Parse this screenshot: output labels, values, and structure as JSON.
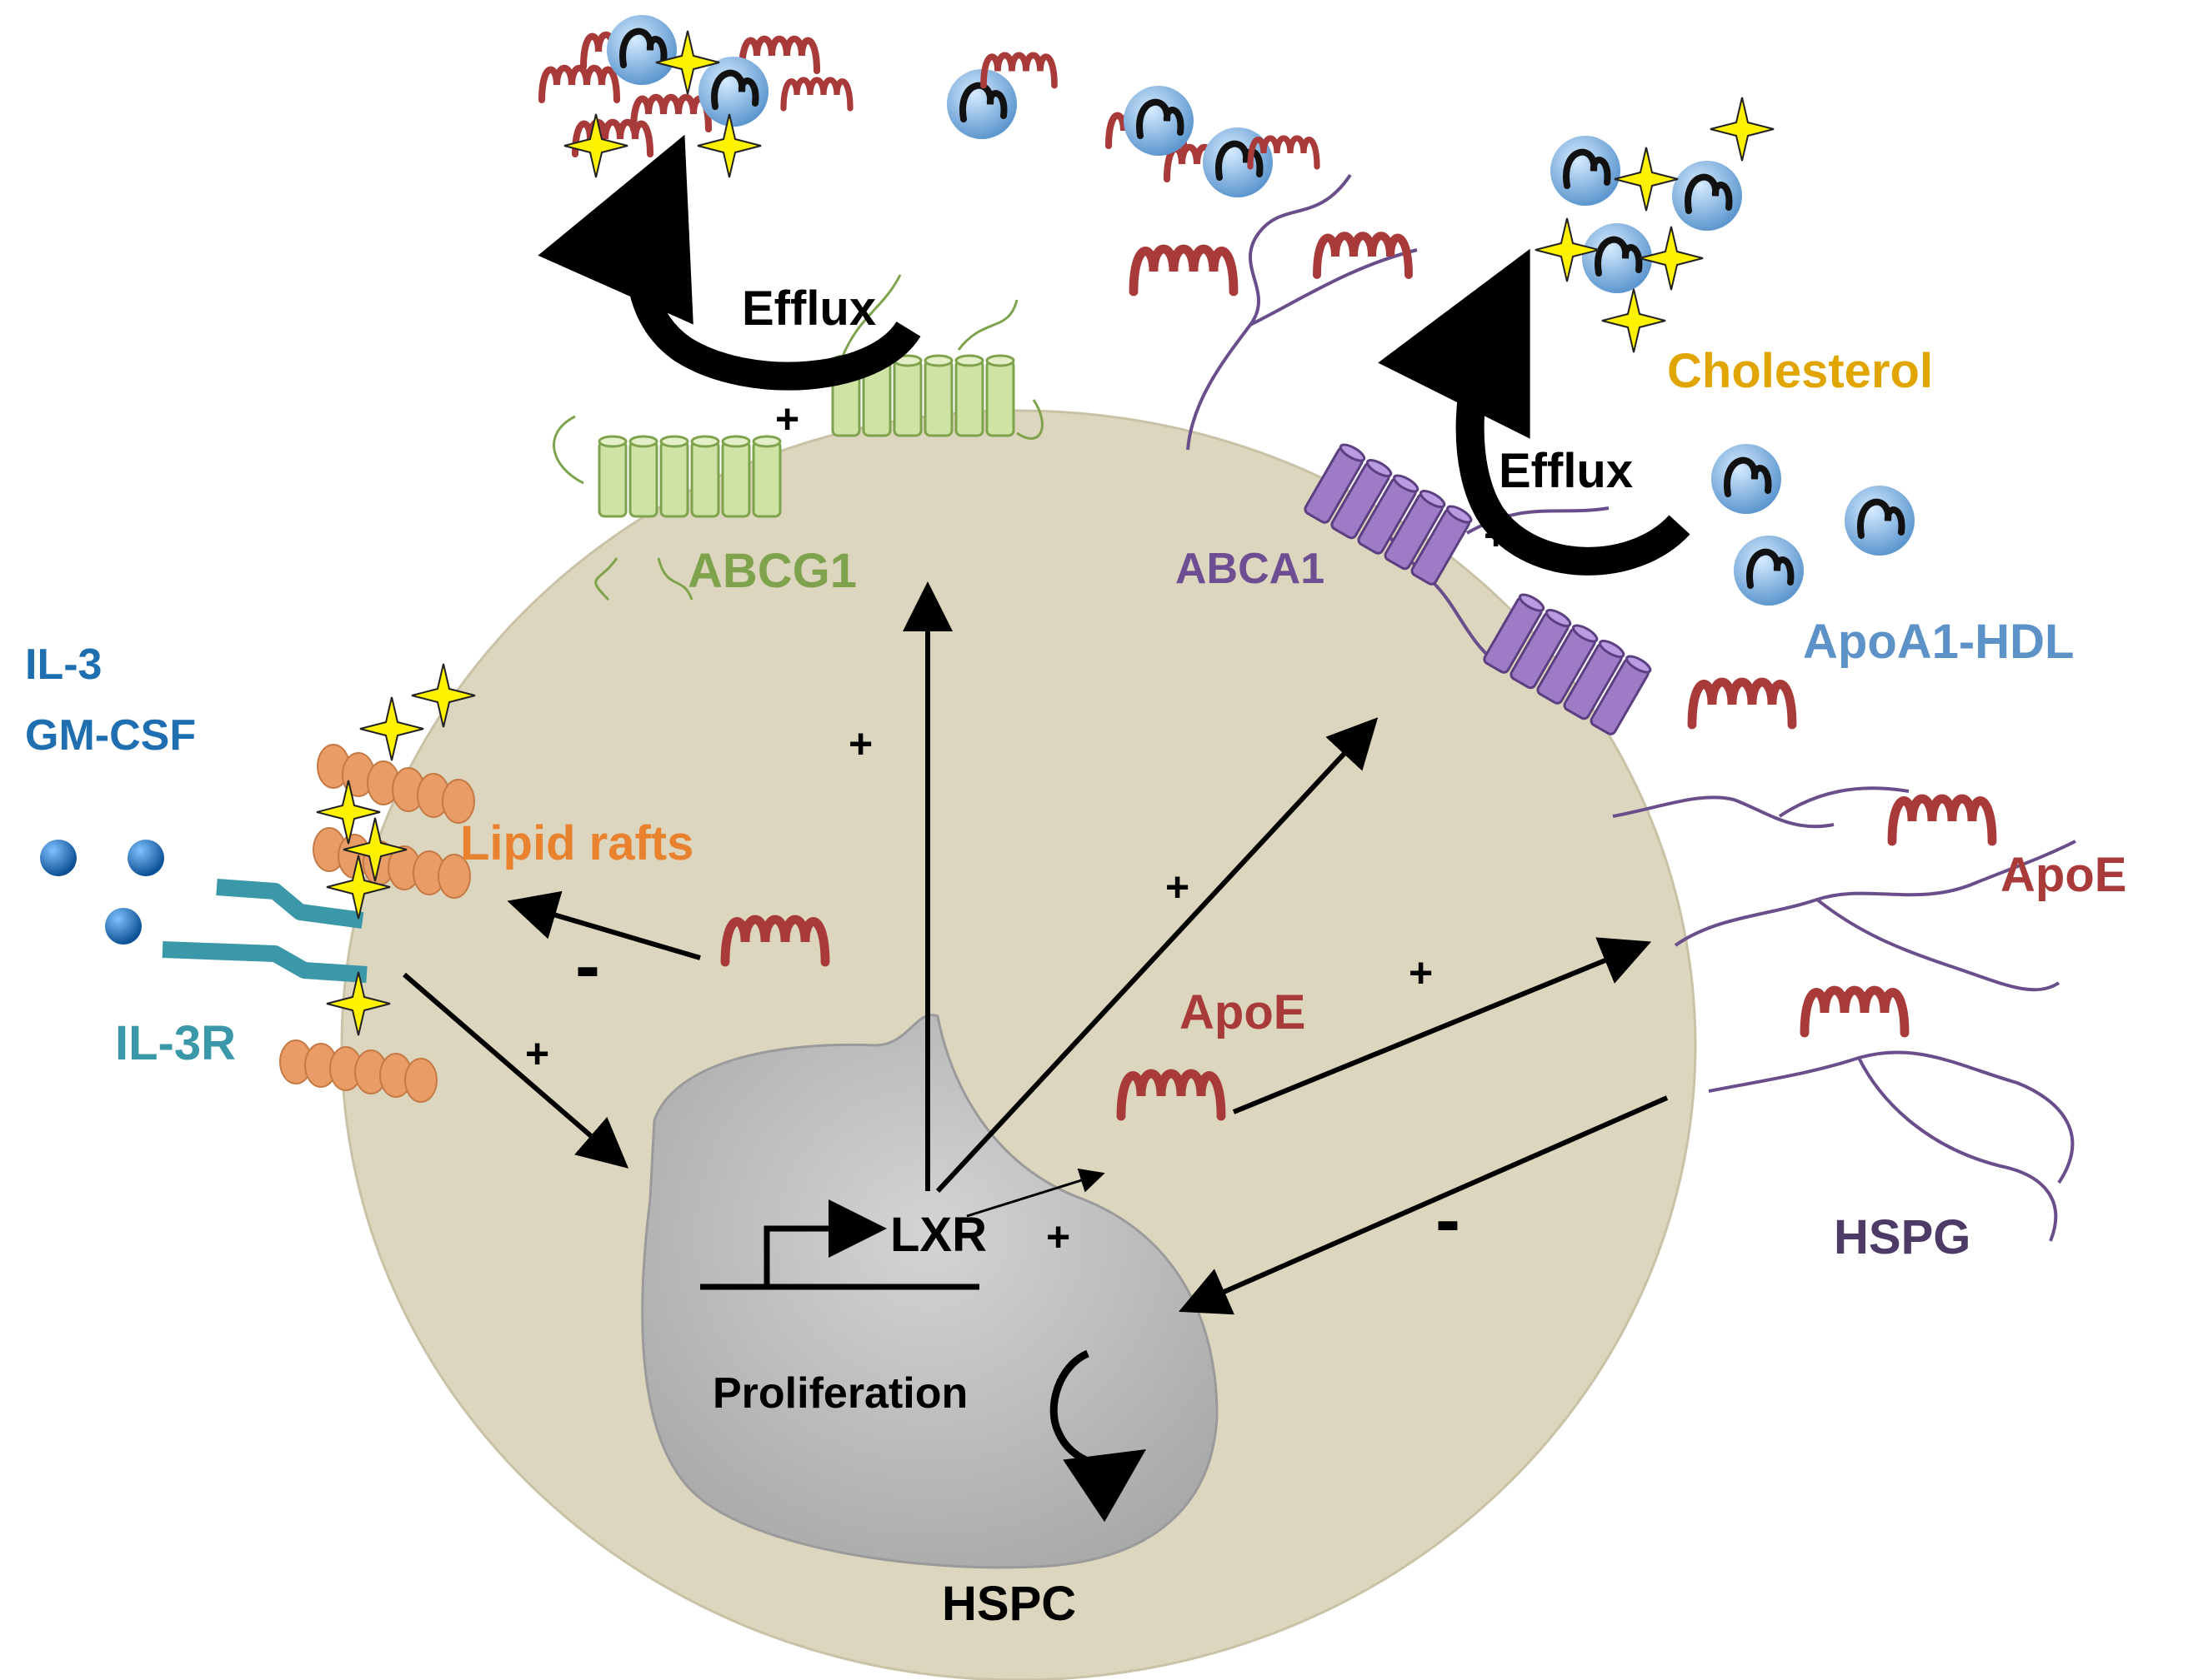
{
  "colors": {
    "cell_fill": "#ddd6be",
    "nucleus_fill": "#bdbdbd",
    "abcg1": "#7fa34d",
    "abcg1_fill": "#cfe3a4",
    "abca1": "#6d4e92",
    "abca1_fill": "#9d7bc6",
    "apoe": "#a83a3a",
    "hdl_fill": "#79afe0",
    "cholesterol": "#e1a500",
    "star_fill": "#fff200",
    "lipid_raft": "#e7945b",
    "il3": "#1f6fb0",
    "il3r": "#3a98a8",
    "hspg": "#5b4176",
    "arrow": "#000000"
  },
  "labels": {
    "efflux_left": "Efflux",
    "efflux_right": "Efflux",
    "cholesterol": "Cholesterol",
    "abcg1": "ABCG1",
    "abca1": "ABCA1",
    "apoa1_hdl": "ApoA1-HDL",
    "il3": "IL-3",
    "gm_csf": "GM-CSF",
    "lipid_rafts": "Lipid rafts",
    "il3r": "IL-3R",
    "apoe_inner": "ApoE",
    "apoe_outer": "ApoE",
    "hspg": "HSPG",
    "lxr": "LXR",
    "proliferation": "Proliferation",
    "hspc": "HSPC"
  },
  "signs": {
    "plus": "+",
    "minus": "-"
  },
  "icons": {
    "cholesterol": "star-icon",
    "hdl": "hdl-particle-icon",
    "apoe": "apoe-coil-icon",
    "cytokine": "cytokine-bead-icon",
    "cycle": "cycle-arrow-icon"
  }
}
